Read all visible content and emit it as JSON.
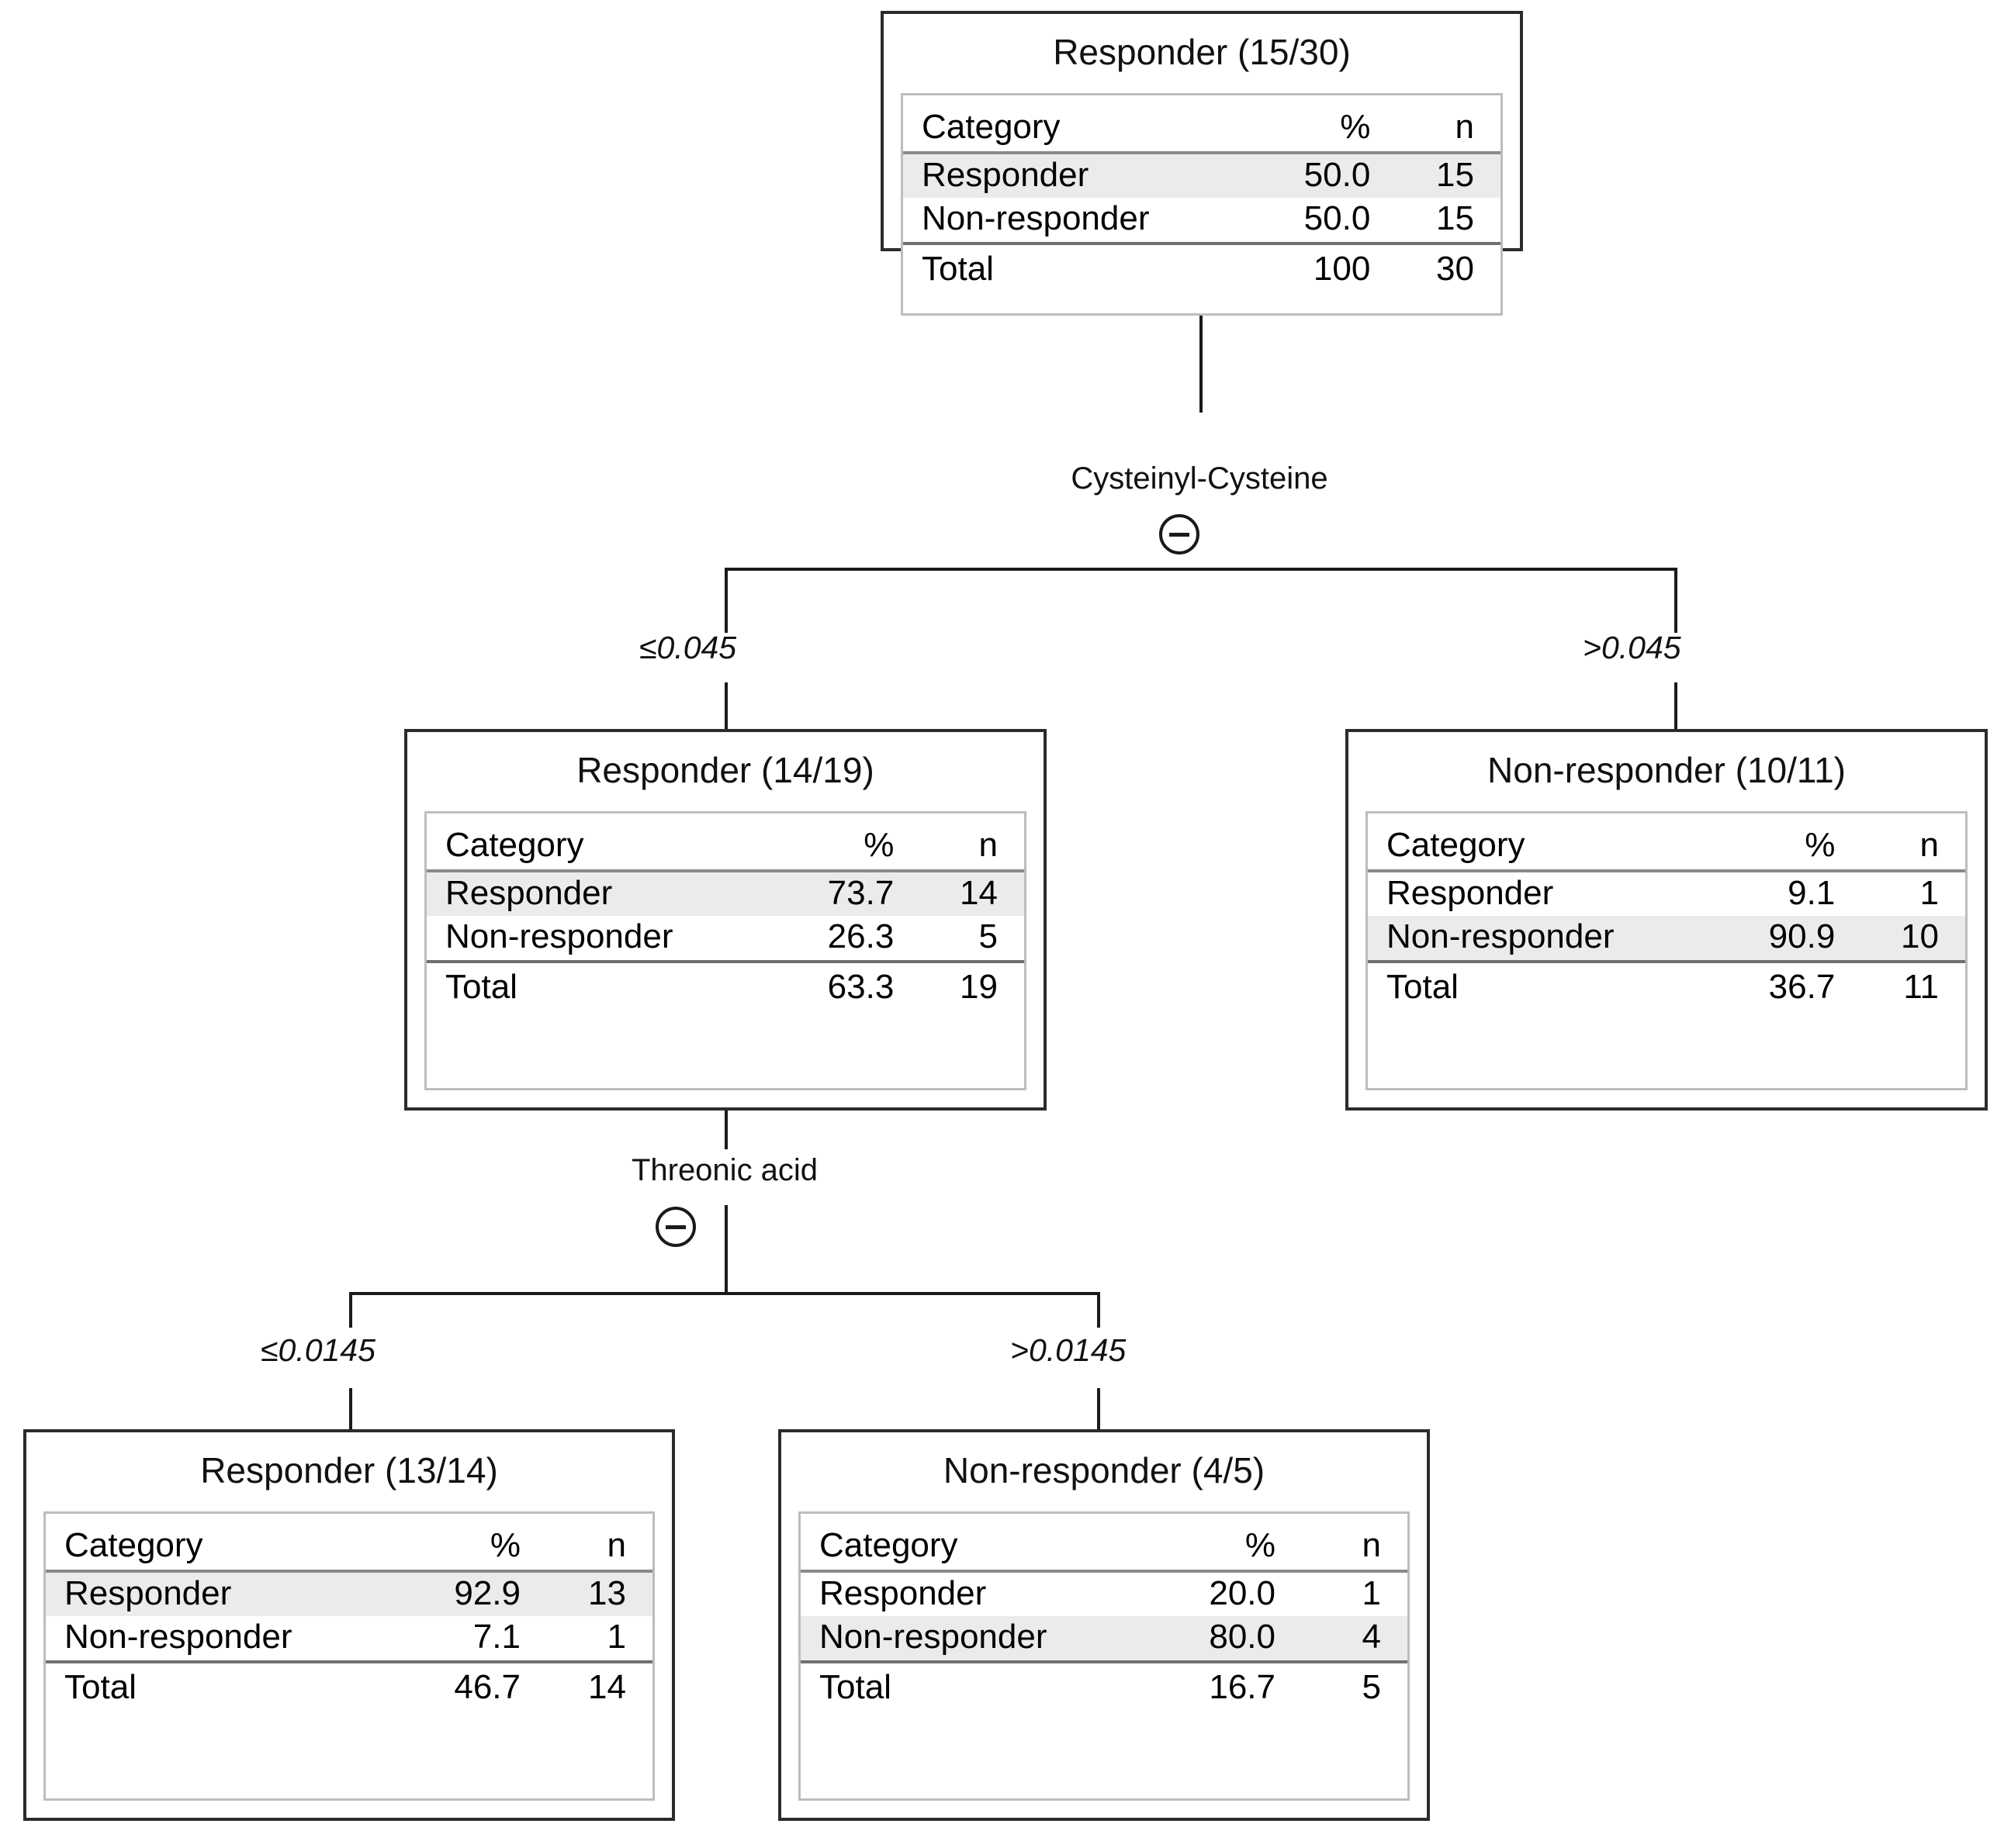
{
  "diagram": {
    "type": "decision-tree",
    "table_headers": [
      "Category",
      "%",
      "n"
    ],
    "collapse_icon": "minus-circle-icon"
  },
  "nodes": {
    "root": {
      "id": "root",
      "title": "Responder (15/30)",
      "rows": [
        {
          "category": "Responder",
          "pct": "50.0",
          "n": "15",
          "highlight": true
        },
        {
          "category": "Non-responder",
          "pct": "50.0",
          "n": "15",
          "highlight": false
        }
      ],
      "total": {
        "category": "Total",
        "pct": "100",
        "n": "30"
      }
    },
    "level2_left": {
      "id": "level2-left",
      "title": "Responder (14/19)",
      "rows": [
        {
          "category": "Responder",
          "pct": "73.7",
          "n": "14",
          "highlight": true
        },
        {
          "category": "Non-responder",
          "pct": "26.3",
          "n": "5",
          "highlight": false
        }
      ],
      "total": {
        "category": "Total",
        "pct": "63.3",
        "n": "19"
      }
    },
    "level2_right": {
      "id": "level2-right",
      "title": "Non-responder (10/11)",
      "rows": [
        {
          "category": "Responder",
          "pct": "9.1",
          "n": "1",
          "highlight": false
        },
        {
          "category": "Non-responder",
          "pct": "90.9",
          "n": "10",
          "highlight": true
        }
      ],
      "total": {
        "category": "Total",
        "pct": "36.7",
        "n": "11"
      }
    },
    "level3_left": {
      "id": "level3-left",
      "title": "Responder (13/14)",
      "rows": [
        {
          "category": "Responder",
          "pct": "92.9",
          "n": "13",
          "highlight": true
        },
        {
          "category": "Non-responder",
          "pct": "7.1",
          "n": "1",
          "highlight": false
        }
      ],
      "total": {
        "category": "Total",
        "pct": "46.7",
        "n": "14"
      }
    },
    "level3_right": {
      "id": "level3-right",
      "title": "Non-responder (4/5)",
      "rows": [
        {
          "category": "Responder",
          "pct": "20.0",
          "n": "1",
          "highlight": false
        },
        {
          "category": "Non-responder",
          "pct": "80.0",
          "n": "4",
          "highlight": true
        }
      ],
      "total": {
        "category": "Total",
        "pct": "16.7",
        "n": "5"
      }
    }
  },
  "splits": {
    "split1": {
      "variable": "Cysteinyl-Cysteine",
      "left_condition": "≤0.045",
      "right_condition": ">0.045"
    },
    "split2": {
      "variable": "Threonic acid",
      "left_condition": "≤0.0145",
      "right_condition": ">0.0145"
    }
  },
  "colors": {
    "node_border": "#2b2b2b",
    "inner_border": "#bdbdbd",
    "highlight_row": "#ebebeb",
    "rule": "#8a8a8a",
    "connector": "#1a1a1a",
    "background": "#ffffff"
  }
}
